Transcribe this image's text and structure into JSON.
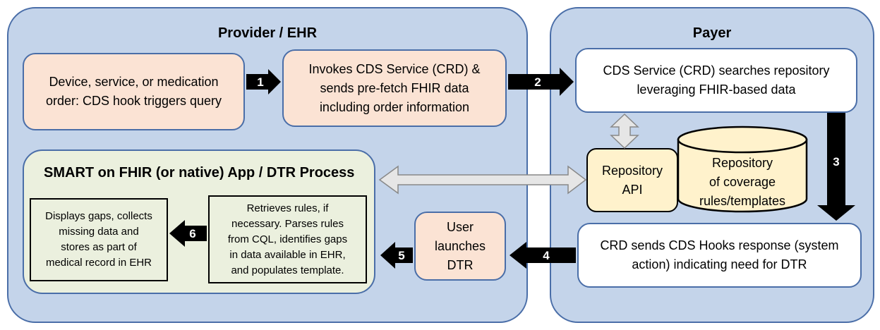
{
  "provider": {
    "title": "Provider / EHR",
    "order_box": "Device, service, or medication\norder: CDS hook triggers query",
    "invoke_box": "Invokes CDS Service (CRD) &\nsends pre-fetch FHIR data\nincluding order information",
    "smart": {
      "title": "SMART on FHIR (or native) App / DTR Process",
      "displays_box": "Displays gaps, collects\nmissing data and\nstores as part of\nmedical record in EHR",
      "retrieves_box": "Retrieves rules, if\nnecessary. Parses rules\nfrom CQL, identifies gaps\nin data available in EHR,\nand populates template."
    },
    "user_box": "User\nlaunches\nDTR"
  },
  "payer": {
    "title": "Payer",
    "cds_box": "CDS Service (CRD) searches repository\nleveraging FHIR-based data",
    "repo_api": "Repository\nAPI",
    "repo_db": "Repository\nof coverage\nrules/templates",
    "response_box": "CRD sends CDS Hooks response (system\naction) indicating need for DTR"
  },
  "steps": [
    "1",
    "2",
    "3",
    "4",
    "5",
    "6"
  ],
  "colors": {
    "panel": "#c4d4ea",
    "panel_border": "#4a6ea8",
    "peach": "#fbe3d4",
    "cream": "#fff2cc",
    "green": "#ebf0de",
    "arrow": "#000000",
    "double_arrow": "#e6e6e6"
  }
}
